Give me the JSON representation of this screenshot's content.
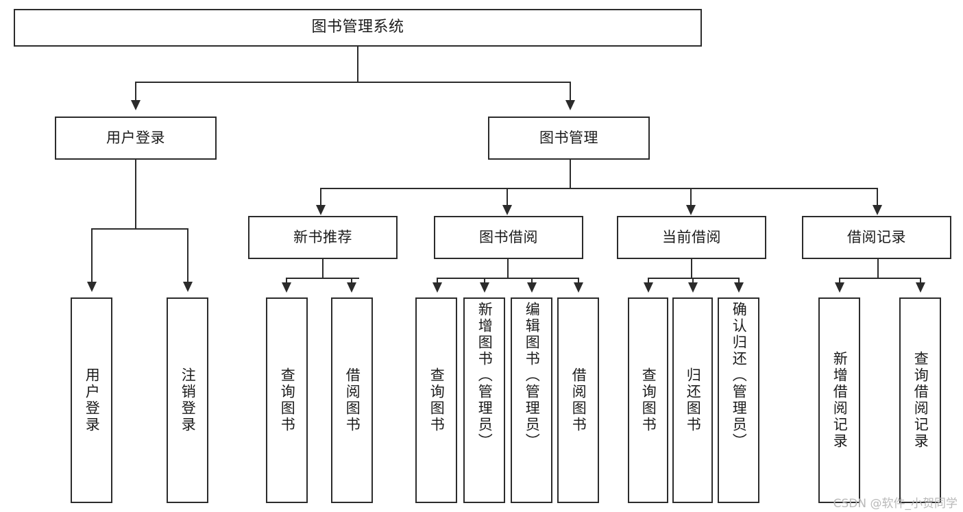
{
  "diagram": {
    "type": "tree-hierarchy",
    "title": "图书管理系统",
    "watermark": "CSDN @软件_小贺同学",
    "colors": {
      "background": "#ffffff",
      "stroke": "#2b2b2b",
      "text": "#1b1b1b",
      "watermark": "#b9b9b9"
    },
    "root": {
      "label": "图书管理系统"
    },
    "level2": [
      {
        "label": "用户登录"
      },
      {
        "label": "图书管理"
      }
    ],
    "level3": [
      {
        "label": "新书推荐"
      },
      {
        "label": "图书借阅"
      },
      {
        "label": "当前借阅"
      },
      {
        "label": "借阅记录"
      }
    ],
    "leaves": {
      "user_login": [
        {
          "label": "用户登录"
        },
        {
          "label": "注销登录"
        }
      ],
      "new_book": [
        {
          "label": "查询图书"
        },
        {
          "label": "借阅图书"
        }
      ],
      "book_borrow": [
        {
          "label": "查询图书"
        },
        {
          "label": "新增图书（管理员）"
        },
        {
          "label": "编辑图书（管理员）"
        },
        {
          "label": "借阅图书"
        }
      ],
      "current_borrow": [
        {
          "label": "查询图书"
        },
        {
          "label": "归还图书"
        },
        {
          "label": "确认归还（管理员）"
        }
      ],
      "borrow_record": [
        {
          "label": "新增借阅记录"
        },
        {
          "label": "查询借阅记录"
        }
      ]
    }
  }
}
